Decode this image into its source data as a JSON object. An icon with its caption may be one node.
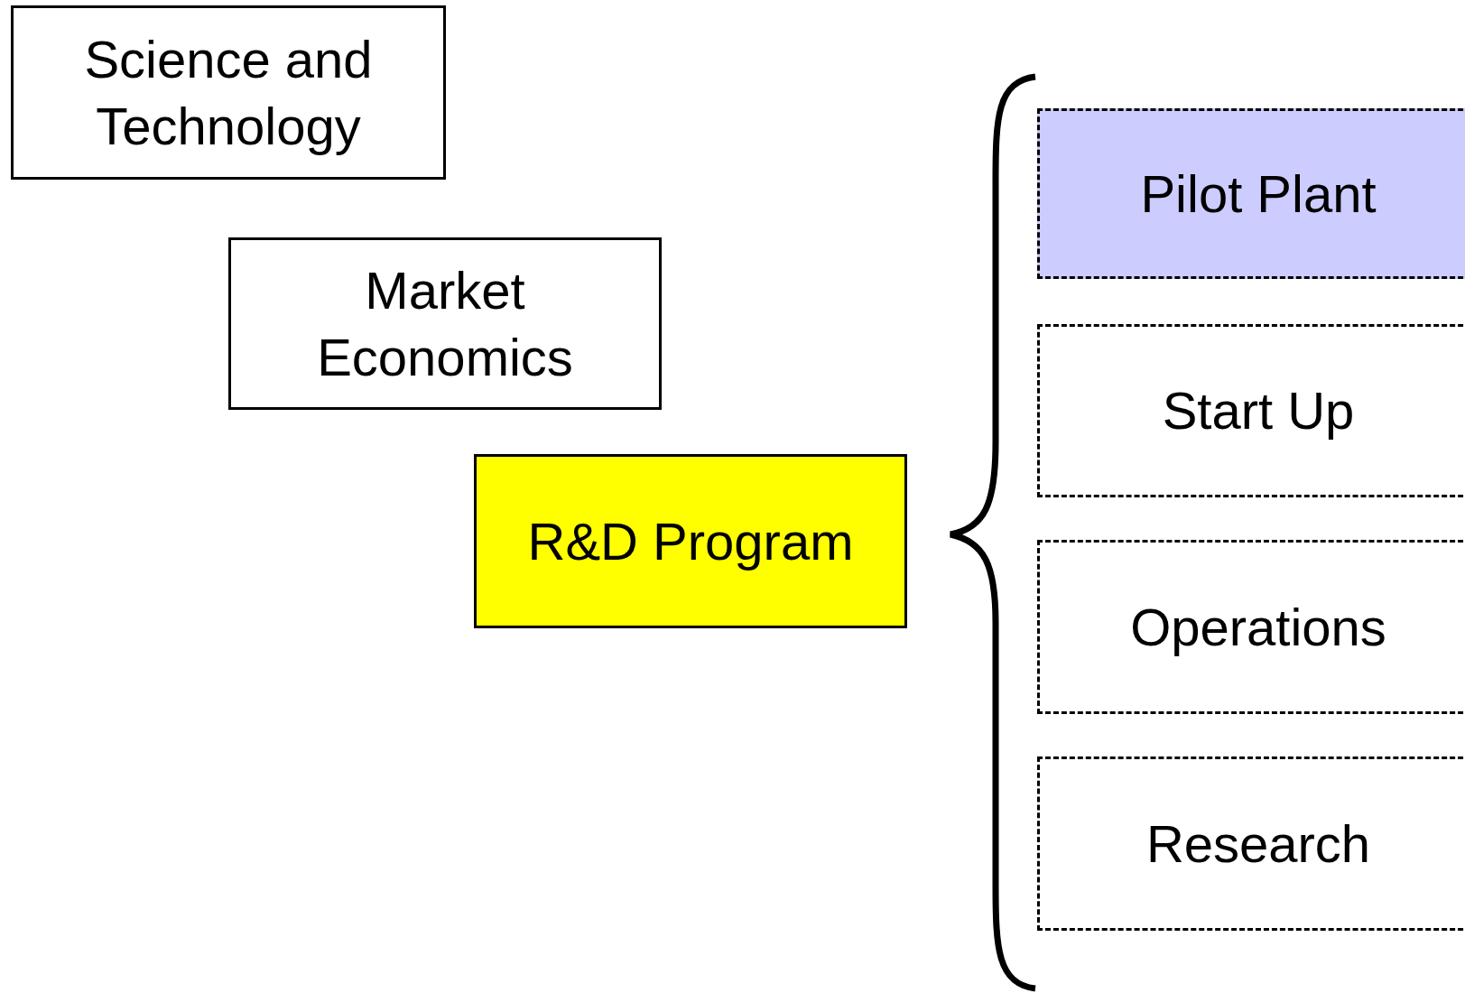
{
  "diagram": {
    "nodes": [
      {
        "text": [
          "Science and Technology"
        ]
      },
      {
        "text": [
          "Market Economics"
        ]
      },
      {
        "text": [
          "R&D Program"
        ]
      },
      {
        "text": [
          "Pilot Plant"
        ]
      },
      {
        "text": [
          "Start Up"
        ]
      },
      {
        "text": [
          "Operations"
        ]
      },
      {
        "text": [
          "Research"
        ]
      }
    ]
  }
}
